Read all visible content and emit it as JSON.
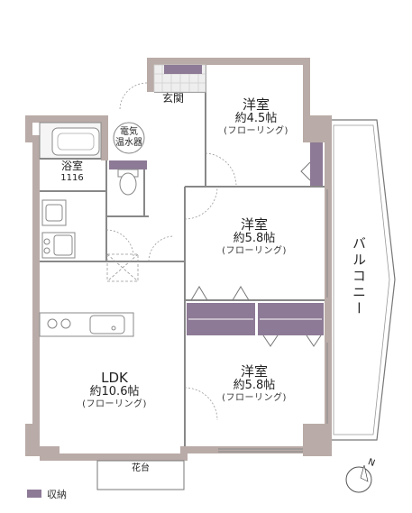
{
  "rooms": {
    "entrance": {
      "name": "玄関"
    },
    "western1": {
      "name": "洋室",
      "size": "約4.5帖",
      "floor": "(フローリング)"
    },
    "western2": {
      "name": "洋室",
      "size": "約5.8帖",
      "floor": "(フローリング)"
    },
    "western3": {
      "name": "洋室",
      "size": "約5.8帖",
      "floor": "(フローリング)"
    },
    "bath": {
      "name": "浴室",
      "spec": "1116"
    },
    "water_heater": {
      "line1": "電気",
      "line2": "温水器"
    },
    "ldk": {
      "name": "LDK",
      "size": "約10.6帖",
      "floor": "(フローリング)"
    }
  },
  "balcony": {
    "label": "バルコニー"
  },
  "flower_stand": {
    "label": "花台"
  },
  "legend": {
    "storage": "収納"
  },
  "compass": {
    "north": "N"
  },
  "colors": {
    "wall": "#b9aba7",
    "storage": "#8d7a96",
    "tile": "#d9d9d9"
  }
}
